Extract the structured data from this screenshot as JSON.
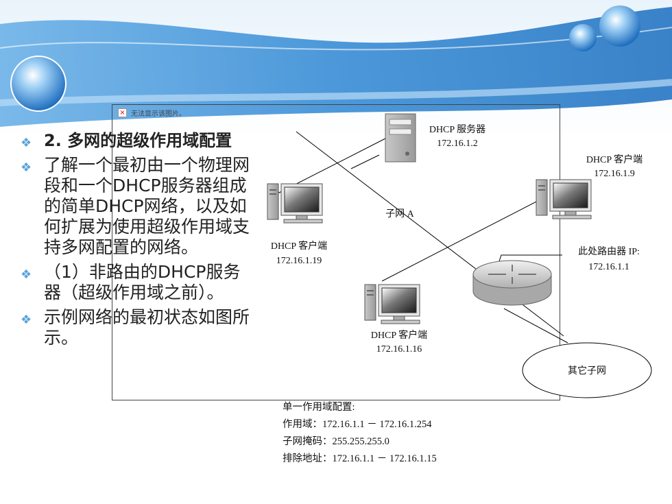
{
  "broken_image": {
    "text": "无法显示该图片。",
    "x_glyph": "×"
  },
  "bullets": [
    {
      "icon": "diamond-bullet-icon",
      "text": "2. 多网的超级作用域配置"
    },
    {
      "icon": "diamond-bullet-icon",
      "text": "了解一个最初由一个物理网段和一个DHCP服务器组成的简单DHCP网络，以及如何扩展为使用超级作用域支持多网配置的网络。"
    },
    {
      "icon": "diamond-bullet-icon",
      "text": "（1）非路由的DHCP服务器（超级作用域之前）。"
    },
    {
      "icon": "diamond-bullet-icon",
      "text": "示例网络的最初状态如图所示。"
    }
  ],
  "diagram": {
    "server": {
      "name": "DHCP 服务器",
      "ip": "172.16.1.2"
    },
    "client_left": {
      "name": "DHCP 客户端",
      "ip": "172.16.1.19"
    },
    "client_right": {
      "name": "DHCP 客户端",
      "ip": "172.16.1.9"
    },
    "client_bottom": {
      "name": "DHCP 客户端",
      "ip": "172.16.1.16"
    },
    "subnet_label": "子网 A",
    "router_ip_label": "此处路由器 IP:",
    "router_ip": "172.16.1.1",
    "other_subnet": "其它子网"
  },
  "scope_config": {
    "heading": "单一作用域配置:",
    "range": "作用域：172.16.1.1 － 172.16.1.254",
    "mask": "子网掩码：255.255.255.0",
    "exclusion": "排除地址：172.16.1.1 － 172.16.1.15"
  },
  "colors": {
    "banner_blue": "#3d8fd6",
    "bullet_blue": "#58a4d8"
  }
}
